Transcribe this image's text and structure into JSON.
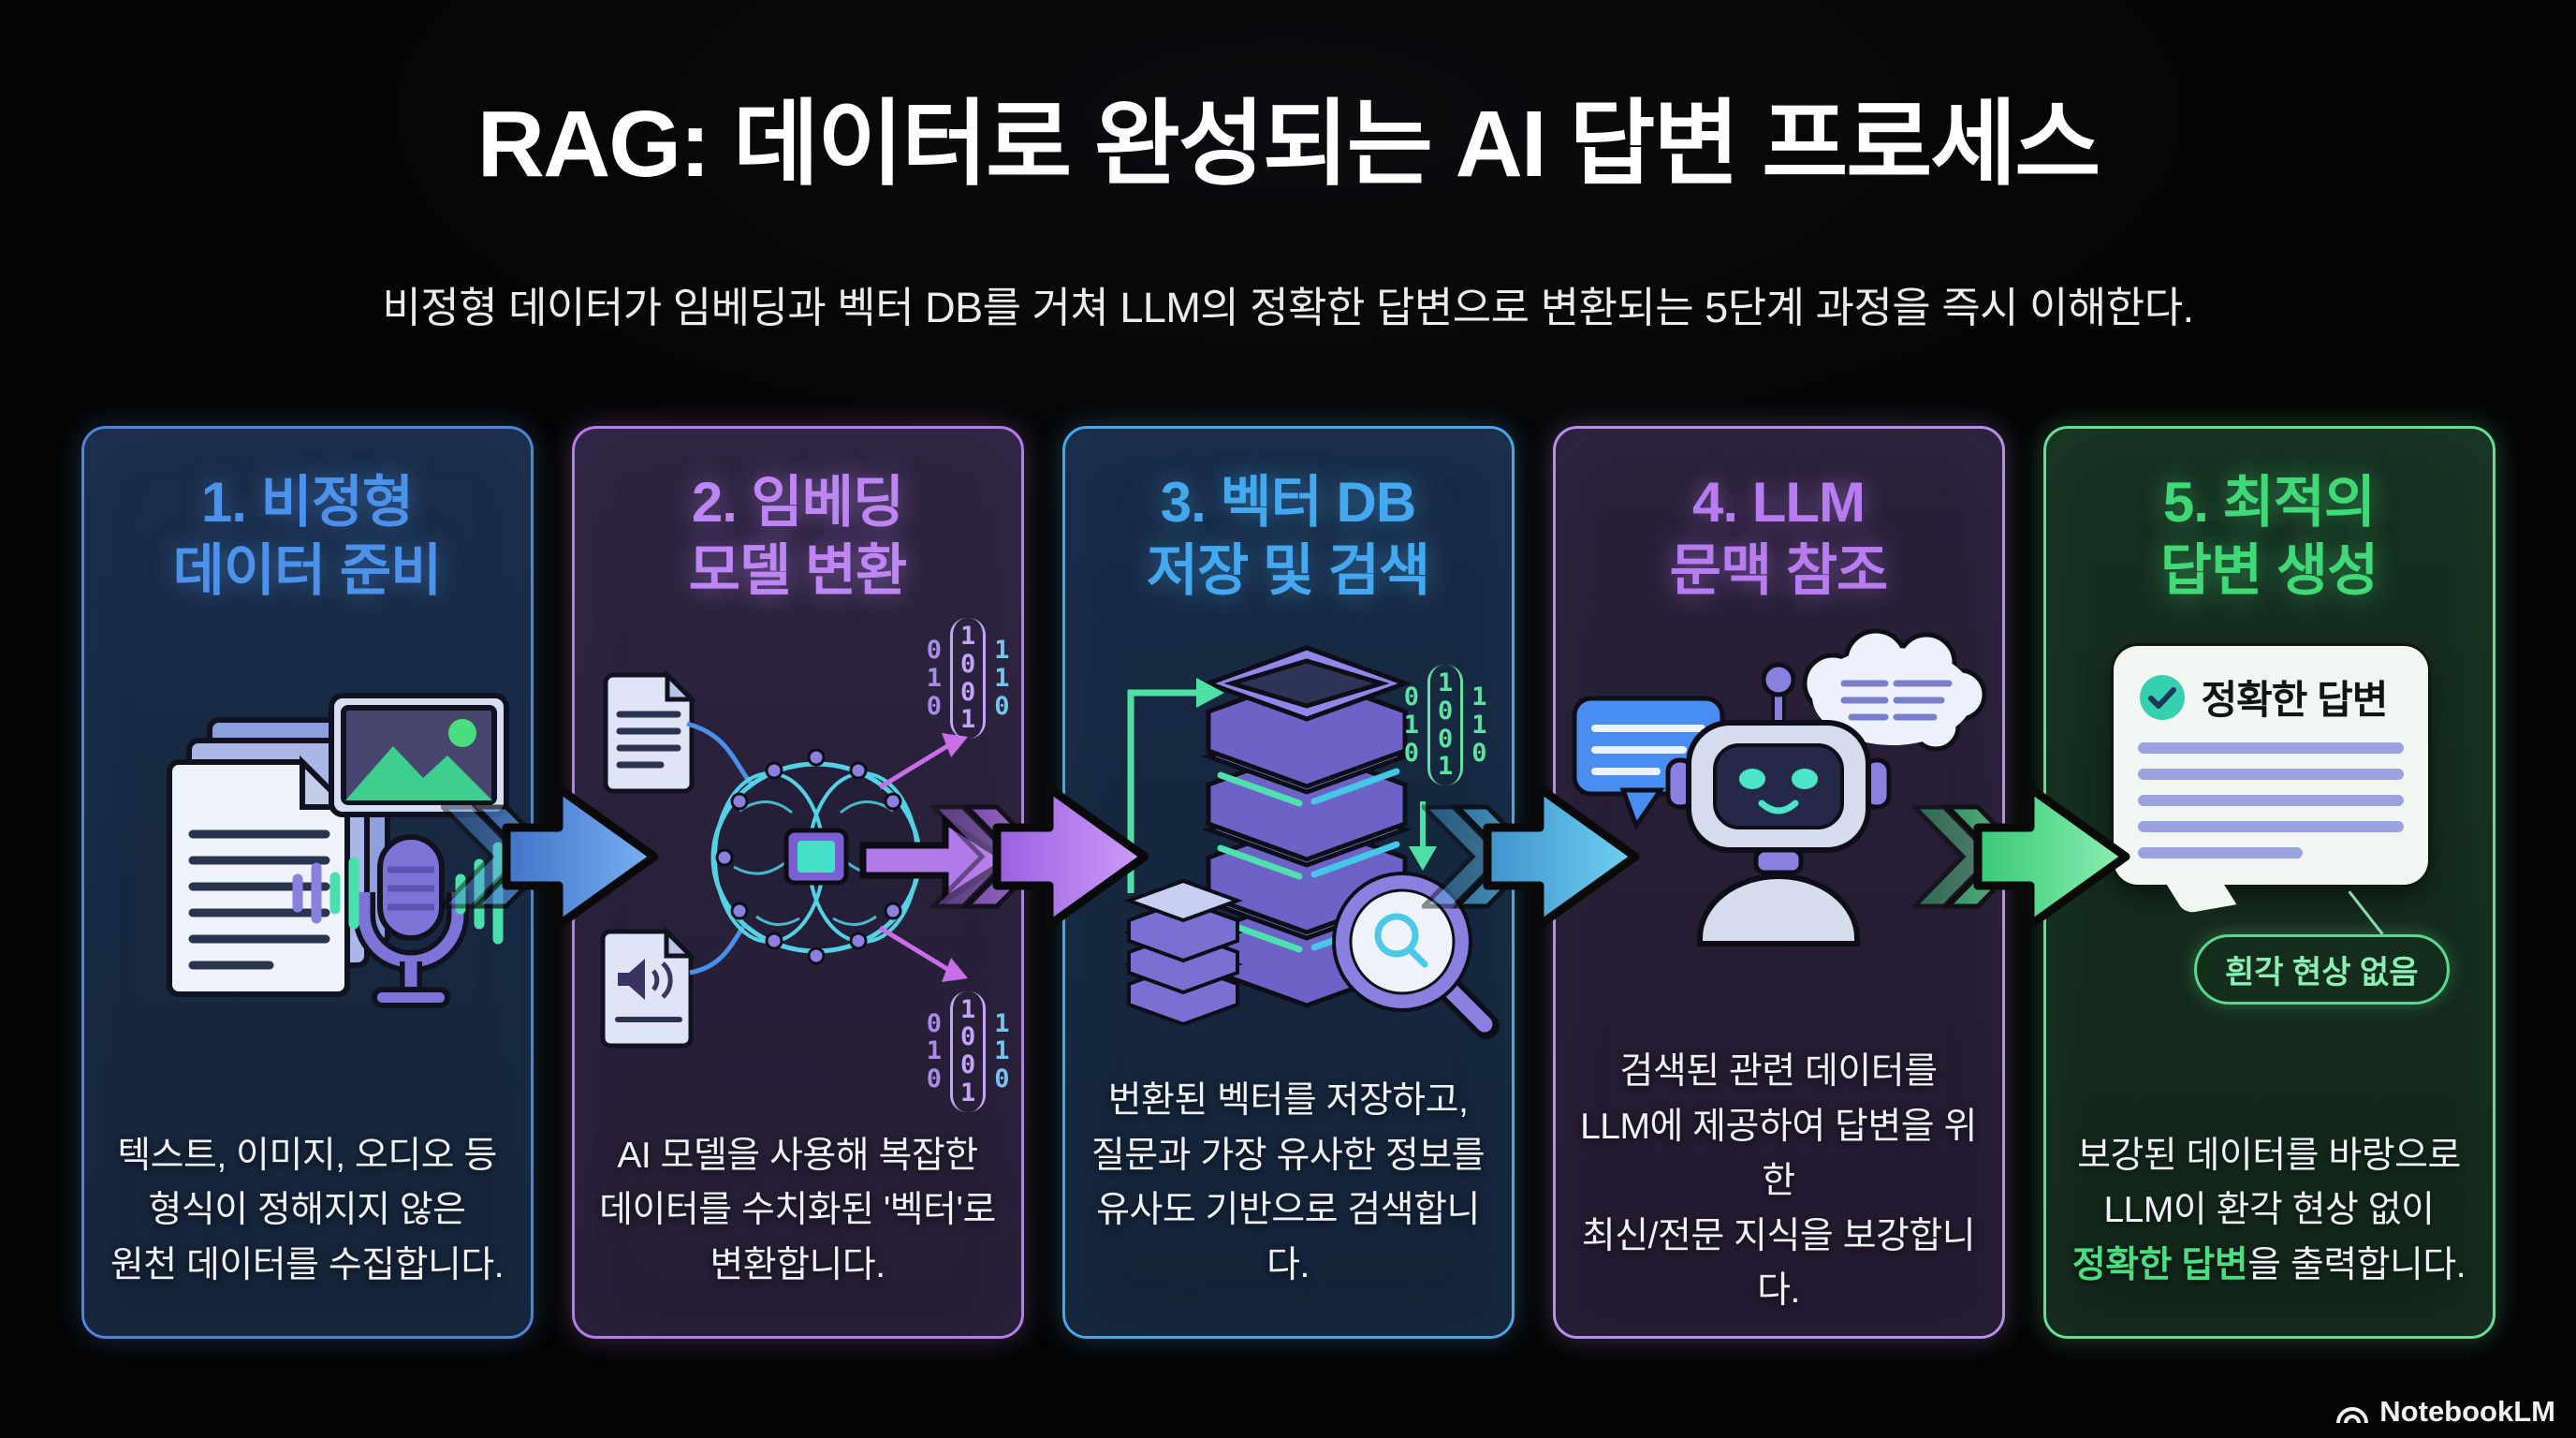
{
  "header": {
    "title": "RAG: 데이터로 완성되는 AI 답변 프로세스",
    "subtitle": "비정형 데이터가 임베딩과 벡터 DB를 거쳐 LLM의 정확한 답변으로 변환되는 5단계 과정을 즉시 이해한다."
  },
  "cards": [
    {
      "title": "1. 비정형\n데이터 준비",
      "body": "텍스트, 이미지, 오디오 등\n형식이 정해지지 않은\n원천 데이터를 수집합니다.",
      "accent": "#4c92ea",
      "border": "#4d86d8",
      "background": "#17283f",
      "icons": [
        "document-stack-icon",
        "image-icon",
        "microphone-icon",
        "waveform-icon"
      ]
    },
    {
      "title": "2. 임베딩\n모델 변환",
      "body": "AI 모델을 사용해 복잡한\n데이터를 수치화된 '벡터'로\n변환합니다.",
      "accent": "#bd86f2",
      "border": "#b57de8",
      "background": "#292137",
      "icons": [
        "document-icon",
        "audio-file-icon",
        "brain-circuit-icon",
        "chip-icon",
        "vector-matrix",
        "right-arrow-icon"
      ]
    },
    {
      "title": "3. 벡터 DB\n저장 및 검색",
      "body": "번환된 벡터를 저장하고,\n질문과 가장 유사한 정보를\n유사도 기반으로 검색합니다.",
      "accent": "#45a7ee",
      "border": "#49a6e2",
      "background": "#16293f",
      "icons": [
        "db-stack-icon",
        "db-stack-small-icon",
        "elbow-arrow-icon",
        "magnifier-icon",
        "vector-matrix",
        "down-arrow-icon"
      ]
    },
    {
      "title": "4. LLM\n문맥 참조",
      "body": "검색된 관련 데이터를\nLLM에 제공하여 답변을 위한\n최신/전문 지식을 보강합니다.",
      "accent": "#b67cf0",
      "border": "#b88fe8",
      "background": "#261e33",
      "icons": [
        "chat-bubble-icon",
        "robot-icon",
        "thought-cloud-icon"
      ]
    },
    {
      "title": "5. 최적의\n답변 생성",
      "body_pre": "보강된 데이터를 바랑으로\nLLM이 환각 현상 없이\n",
      "body_highlight": "정확한 답변",
      "body_post": "을 출력합니다.",
      "bubble_title": "정확한 답변",
      "pill_label": "흰각 현상 없음",
      "accent": "#41d877",
      "border": "#66dd95",
      "background": "#15281d",
      "icons": [
        "answer-bubble",
        "check-icon",
        "no-hallucination-pill"
      ]
    }
  ],
  "vector": {
    "left": "0\n1\n0",
    "mid": "1\n0\n0\n1",
    "right": "1\n1\n0"
  },
  "flow_arrows": [
    {
      "between": "1-2",
      "color_from": "#3f74c8",
      "color_to": "#7ab0f2"
    },
    {
      "between": "2-3",
      "color_from": "#9a5fe0",
      "color_to": "#cf9df8"
    },
    {
      "between": "3-4",
      "color_from": "#3f93cc",
      "color_to": "#6fd2f0"
    },
    {
      "between": "4-5",
      "color_from": "#38c878",
      "color_to": "#8cf0b0"
    }
  ],
  "footer": {
    "brand": "NotebookLM"
  }
}
